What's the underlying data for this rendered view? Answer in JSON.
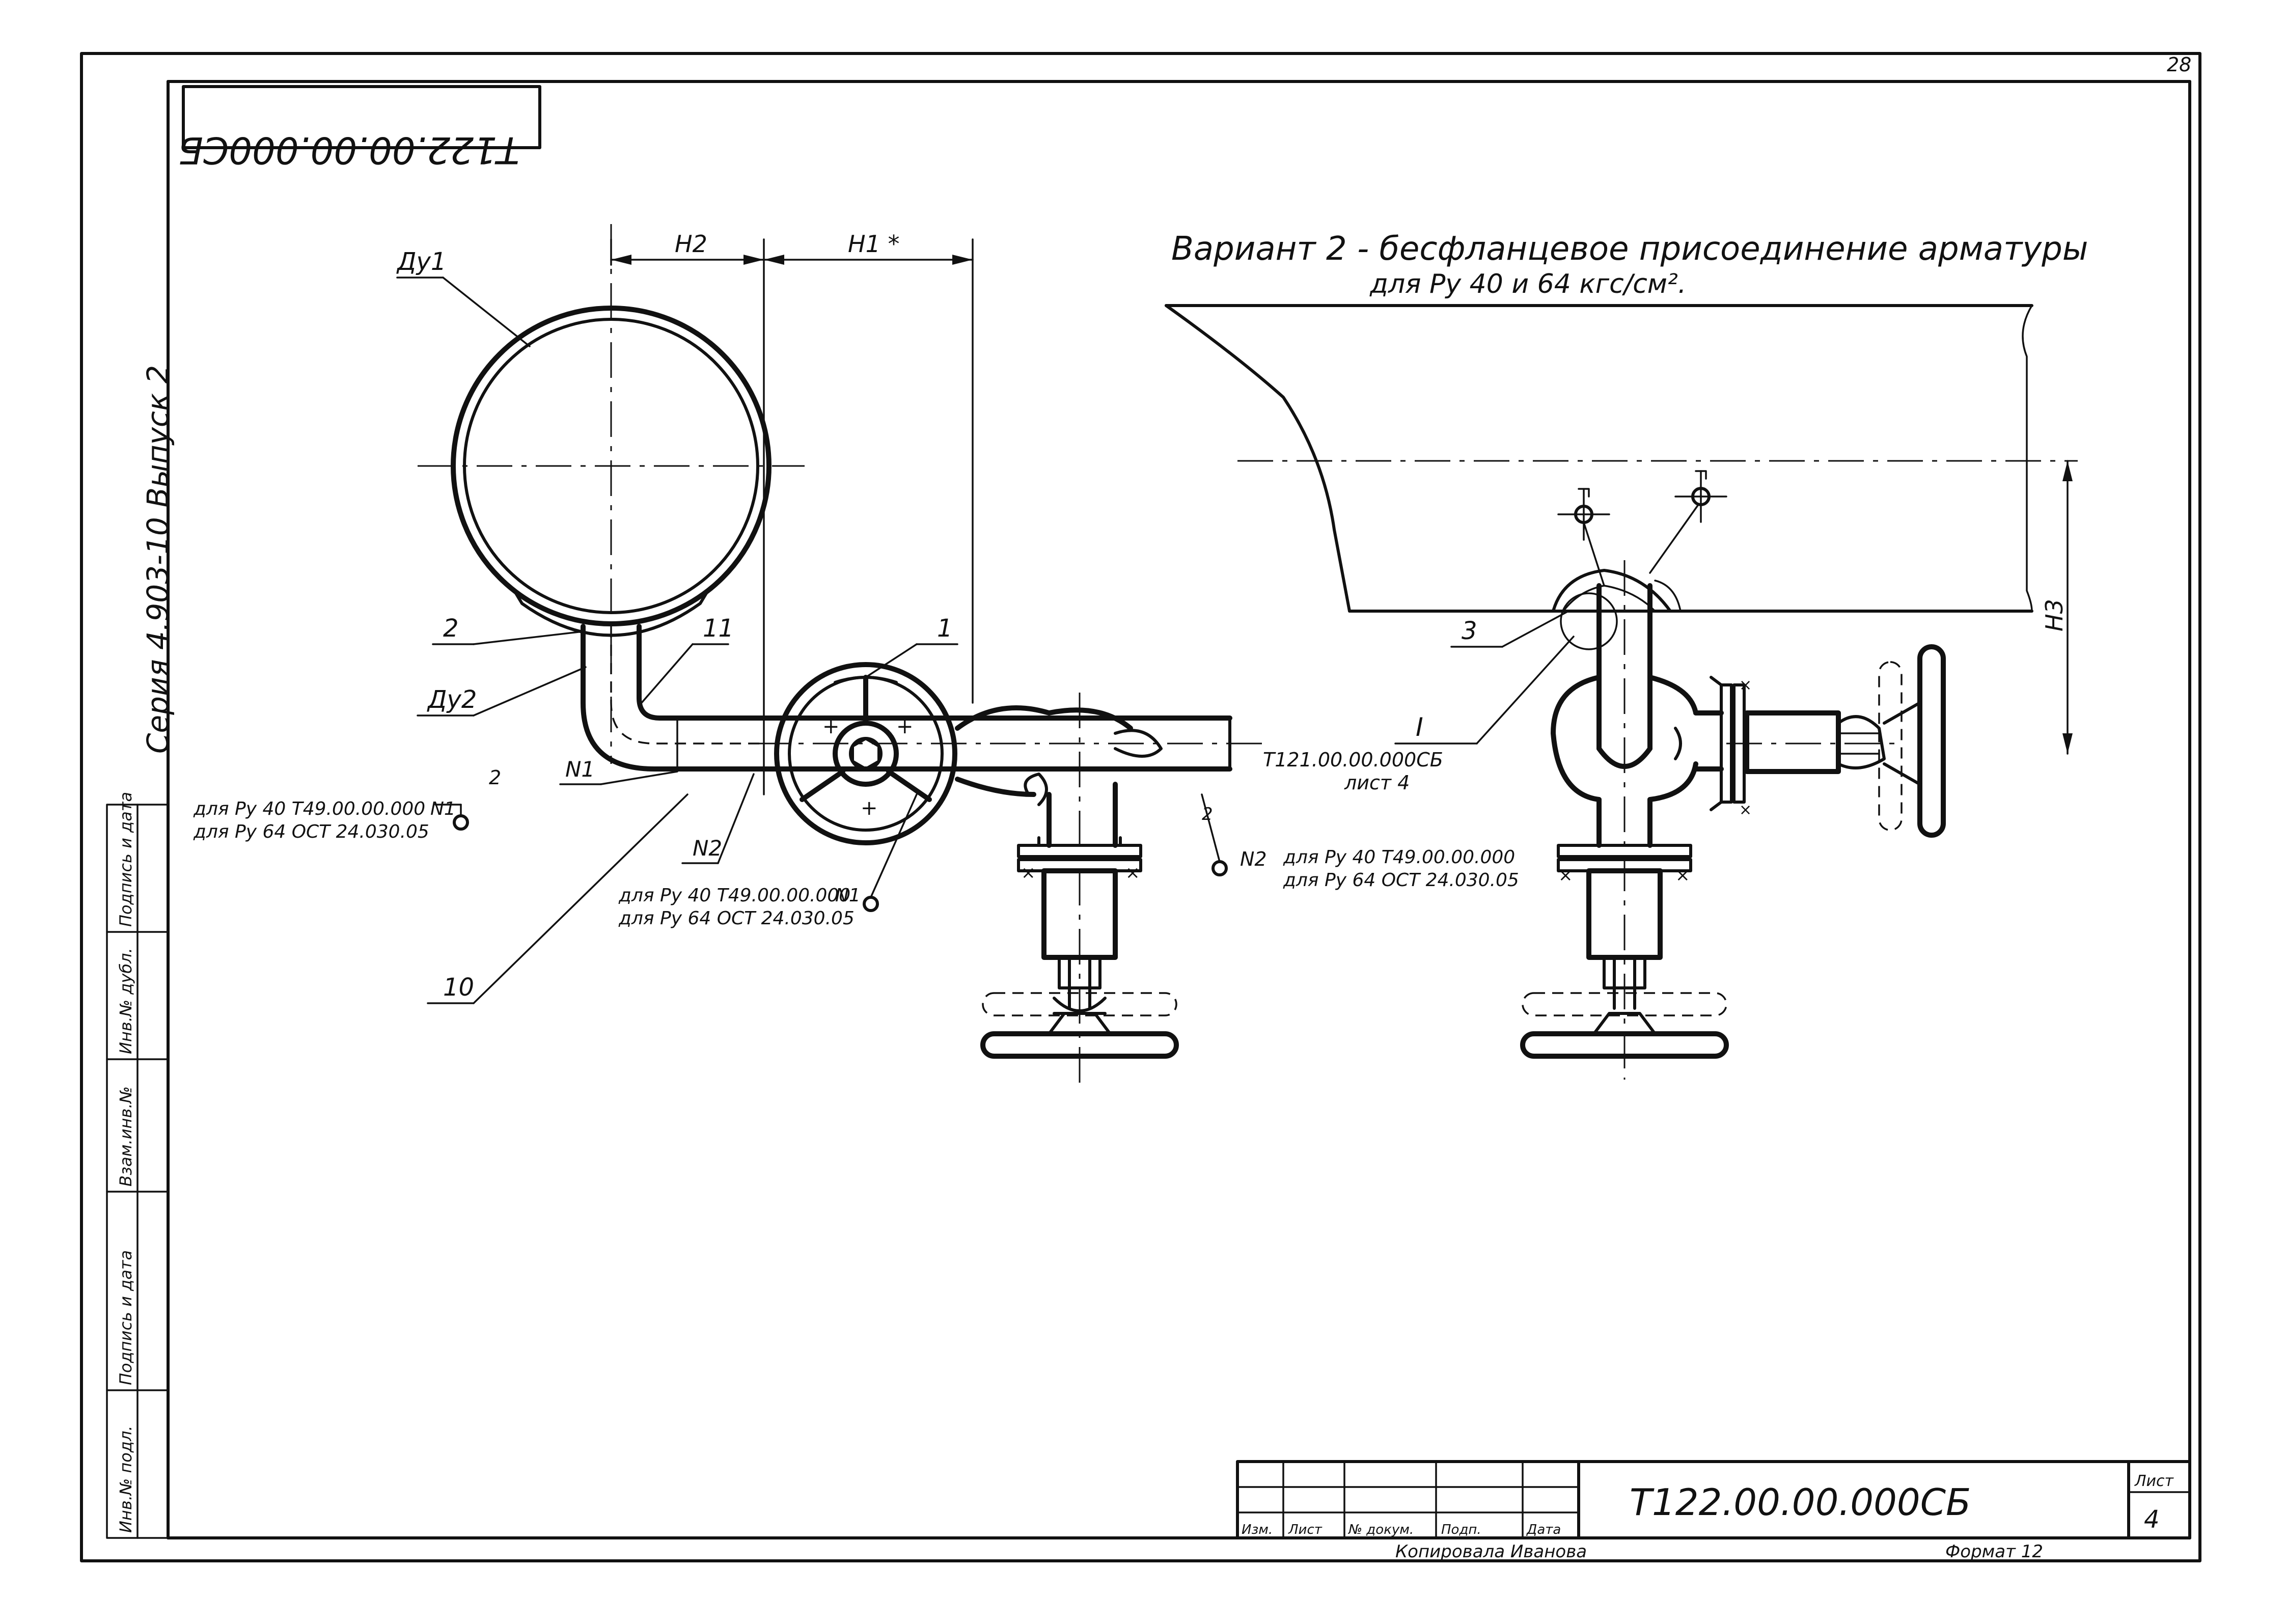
{
  "page_number": "28",
  "rotated_code": "Т122.00.00.000СБ",
  "series": "Серия 4.903-10  Выпуск 2",
  "variant_title": "Вариант 2 - бесфланцевое присоединение арматуры",
  "variant_subtitle": "для  Ру 40  и  64 кгс/см².",
  "dims": {
    "h2": "Н2",
    "h1": "Н1 *",
    "h3": "Н3"
  },
  "labels": {
    "du1": "Ду1",
    "du2": "Ду2",
    "pos2": "2",
    "pos11": "11",
    "pos1": "1",
    "pos3": "3",
    "pos10": "10",
    "n1a": "N1",
    "n1b": "N1",
    "n2a": "N2",
    "n2b": "N2",
    "small2a": "2",
    "small2b": "2",
    "section_mark": "I",
    "ref_code": "Т121.00.00.000СБ",
    "ref_sheet": "лист 4"
  },
  "notes": {
    "note1_l1": "для Ру 40 Т49.00.00.000",
    "note1_l2": "для Ру 64 ОСТ 24.030.05",
    "note2_l1": "для Ру 40 Т49.00.00.000",
    "note2_l2": "для Ру 64 ОСТ 24.030.05",
    "note3_l1": "для Ру 40 Т49.00.00.000",
    "note3_l2": "для Ру 64 ОСТ 24.030.05"
  },
  "side_stamp": [
    "Инв.№ подл.",
    "Подпись и дата",
    "Взам.инв.№",
    "Инв.№ дубл.",
    "Подпись и дата"
  ],
  "title_block": {
    "code": "Т122.00.00.000СБ",
    "cols": [
      "Изм.",
      "Лист",
      "№ докум.",
      "Подп.",
      "Дата"
    ],
    "sheet_label": "Лист",
    "sheet_num": "4",
    "copied": "Копировала  Иванова",
    "format": "Формат 12"
  }
}
